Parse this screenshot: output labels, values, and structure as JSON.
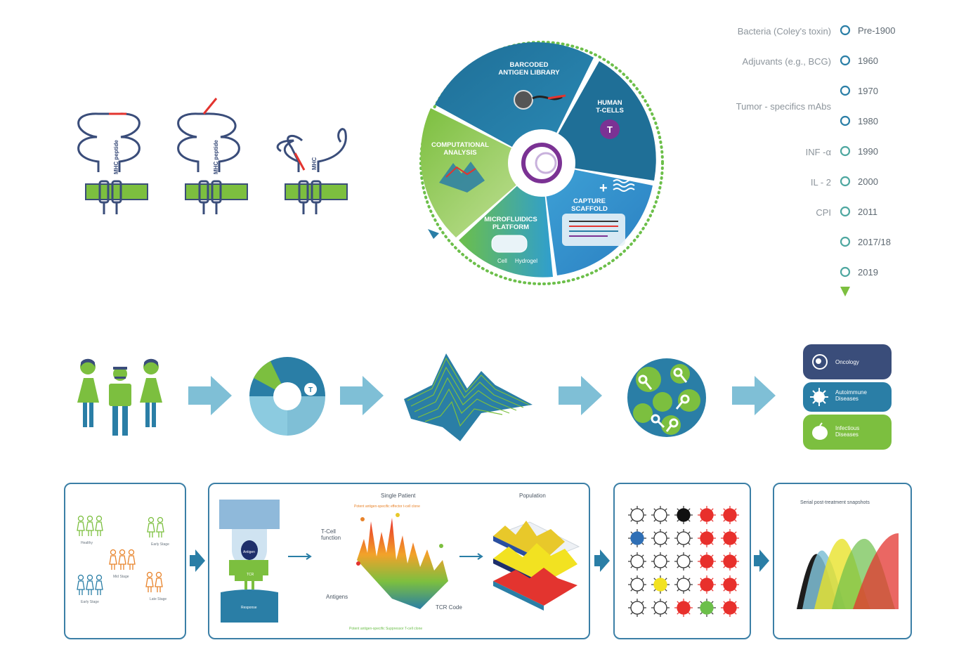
{
  "mhc": {
    "label_peptide": "MHC peptide",
    "label_mhc": "MHC"
  },
  "wheel": {
    "segments": {
      "barcoded": "BARCODED\nANTIGEN LIBRARY",
      "human_tcells": "HUMAN\nT-CELLS",
      "capture": "CAPTURE\nSCAFFOLD",
      "microfluidics": "MICROFLUIDICS\nPLATFORM",
      "computational": "COMPUTATIONAL\nANALYSIS"
    },
    "microfluidics_cell": "Cell",
    "microfluidics_hydrogel": "Hydrogel",
    "tcell_letter": "T"
  },
  "timeline": {
    "events": [
      {
        "event": "Bacteria (Coley's toxin)",
        "year": "Pre-1900"
      },
      {
        "event": "Adjuvants (e.g., BCG)",
        "year": "1960"
      },
      {
        "event": "",
        "year": "1970"
      },
      {
        "event": "Tumor - specifics mAbs",
        "year": "1980"
      },
      {
        "event": "INF -α",
        "year": "1990"
      },
      {
        "event": "IL - 2",
        "year": "2000"
      },
      {
        "event": "CPI",
        "year": "2011"
      },
      {
        "event": "",
        "year": "2017/18"
      },
      {
        "event": "",
        "year": "2019"
      }
    ]
  },
  "diseases": {
    "oncology": "Oncology",
    "autoimmune": "Autoimmune\nDiseases",
    "infectious": "Infectious\nDiseases"
  },
  "panel1": {
    "groups": [
      "Healthy",
      "Early Stage",
      "Mid Stage",
      "Early Stage",
      "Late Stage"
    ]
  },
  "panel2": {
    "single_patient": "Single Patient",
    "population": "Population",
    "effector": "Potent antigen-specific effector t-cell clone",
    "suppressor": "Potent antigen-specific Suppressor T-cell clone",
    "tcell_function": "T-Cell\nfunction",
    "antigens": "Antigens",
    "tcr_code": "TCR Code",
    "antigen_label": "Antigen",
    "tcr_label": "TCR",
    "response_label": "Response"
  },
  "panel3": {
    "grid": [
      [
        "white",
        "white",
        "black",
        "red",
        "red"
      ],
      [
        "blue",
        "white",
        "white",
        "red",
        "red"
      ],
      [
        "white",
        "white",
        "white",
        "red",
        "red"
      ],
      [
        "white",
        "yellow",
        "white",
        "red",
        "red"
      ],
      [
        "white",
        "white",
        "red",
        "green",
        "red"
      ]
    ],
    "colors": {
      "white": "#ffffff",
      "black": "#111111",
      "red": "#e8302c",
      "blue": "#2f6fb5",
      "yellow": "#f2e221",
      "green": "#6cbf4a"
    }
  },
  "panel4": {
    "title": "Serial post-treatment snapshots"
  },
  "colors": {
    "green": "#7cbf3f",
    "navy": "#3a4d7a",
    "teal": "#2a7ea6",
    "arrow": "#7fbfd6",
    "red": "#e3342f",
    "purple": "#7b3294"
  }
}
